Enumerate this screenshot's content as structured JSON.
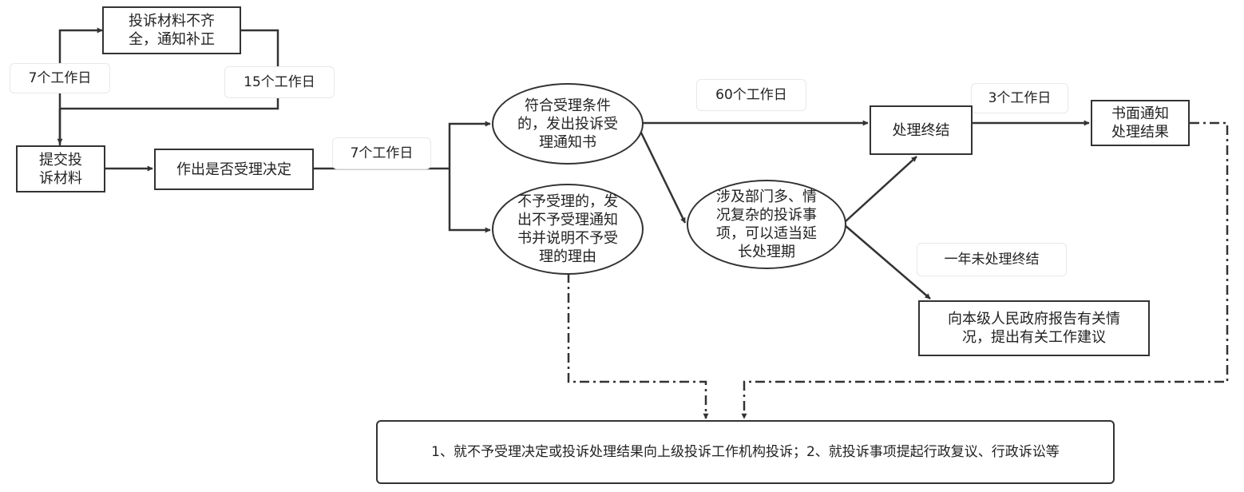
{
  "nodes": {
    "submit": "提交投\n诉材料",
    "incomplete": "投诉材料不齐\n全，通知补正",
    "decide": "作出是否受理决定",
    "accept": "符合受理条件\n的，发出投诉受\n理通知书",
    "reject": "不予受理的，发\n出不予受理通知\n书并说明不予受\n理的理由",
    "complex": "涉及部门多、情\n况复杂的投诉事\n项，可以适当延\n长处理期",
    "conclude": "处理终结",
    "notify": "书面通知\n处理结果",
    "report": "向本级人民政府报告有关情\n况，提出有关工作建议",
    "remedy": "1、就不予受理决定或投诉处理结果向上级投诉工作机构投诉；2、就投诉事项提起行政复议、行政诉讼等"
  },
  "labels": {
    "days7_left": "7个工作日",
    "days15": "15个工作日",
    "days7_mid": "7个工作日",
    "days60": "60个工作日",
    "days3": "3个工作日",
    "one_year": "一年未处理终结"
  }
}
